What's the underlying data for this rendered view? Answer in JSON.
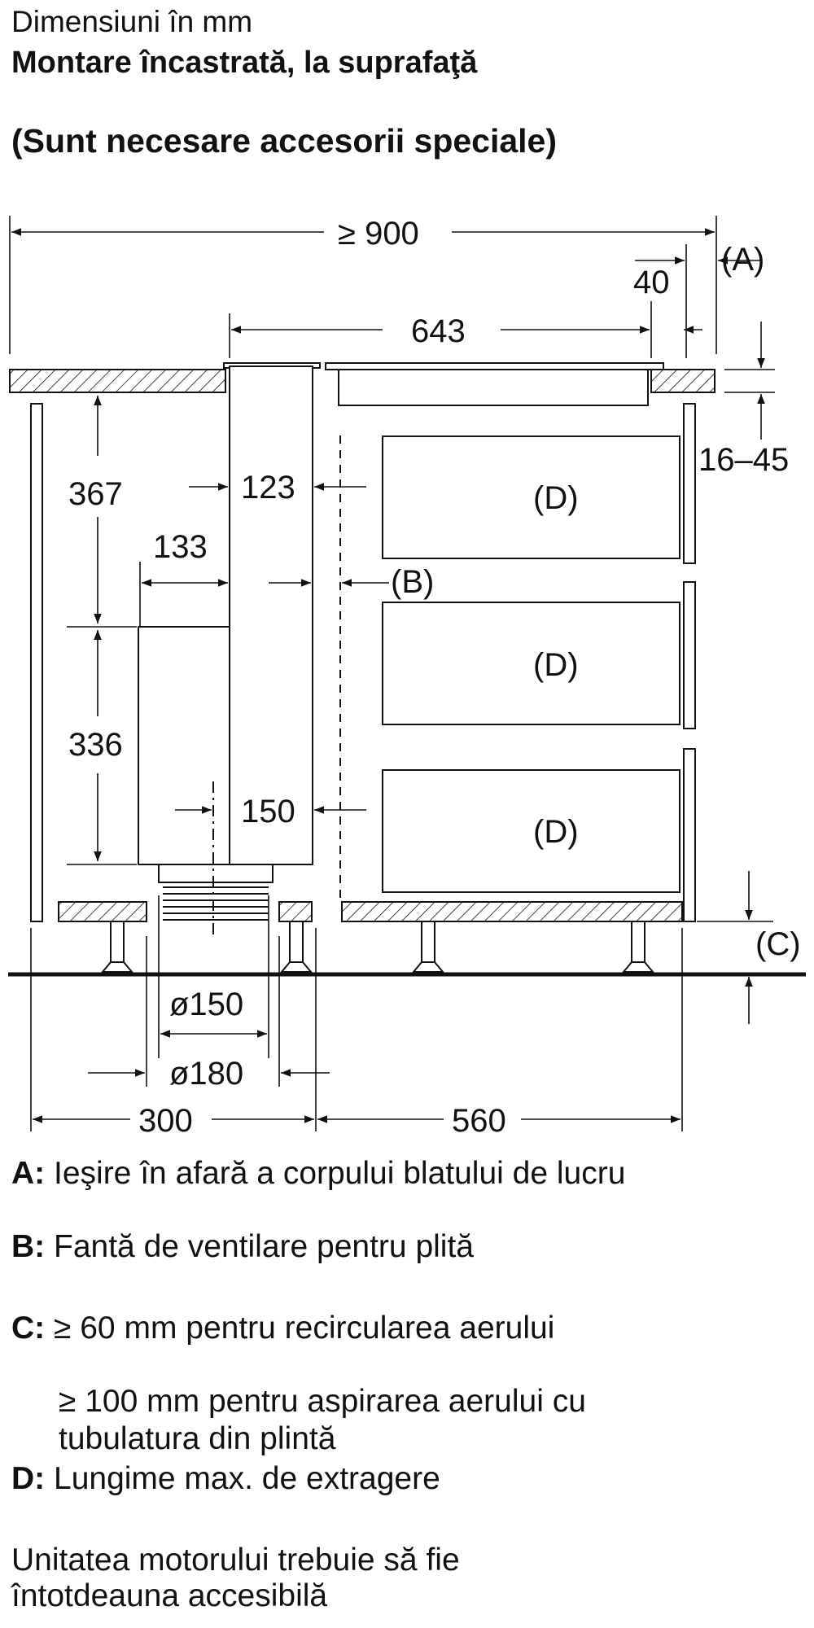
{
  "header": {
    "line1": "Dimensiuni în mm",
    "line2": "Montare încastrată, la suprafaţă",
    "line3": "(Sunt necesare accesorii speciale)"
  },
  "dimensions": {
    "overall_width": "≥ 900",
    "a_gap": "40",
    "hob_width": "643",
    "worktop_thickness": "16–45",
    "height_upper": "367",
    "column_depth": "123",
    "motor_width": "133",
    "height_motor": "336",
    "duct_offset": "150",
    "dia_150": "ø150",
    "dia_180": "ø180",
    "base_left": "300",
    "base_right": "560"
  },
  "labels": {
    "A": "(A)",
    "B": "(B)",
    "C": "(C)",
    "D": "(D)"
  },
  "legend": [
    {
      "key": "A:",
      "text": "Ieşire în afară a corpului blatului de lucru"
    },
    {
      "key": "B:",
      "text": "Fantă de ventilare pentru plită"
    },
    {
      "key": "C:",
      "text": "≥ 60 mm pentru recircularea aerului"
    },
    {
      "key": "",
      "text": "≥ 100 mm pentru aspirarea aerului cu"
    },
    {
      "key": "",
      "text": "tubulatura din plintă"
    },
    {
      "key": "D:",
      "text": "Lungime max. de extragere"
    }
  ],
  "footer_note": [
    "Unitatea motorului trebuie să fie",
    "întotdeauna accesibilă"
  ]
}
